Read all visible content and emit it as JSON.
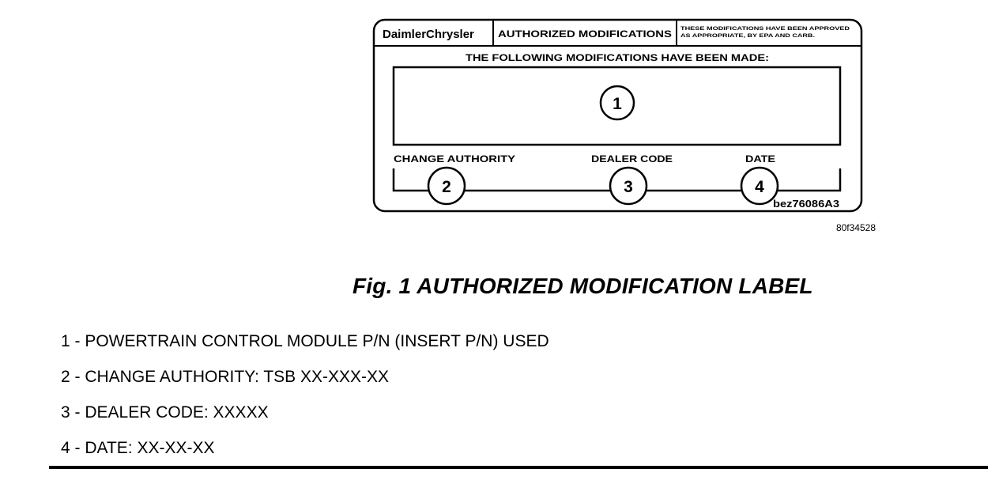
{
  "label": {
    "brand": "DaimlerChrysler",
    "heading": "AUTHORIZED MODIFICATIONS",
    "approval_note_line1": "THESE MODIFICATIONS HAVE BEEN APPROVED",
    "approval_note_line2": "AS APPROPRIATE, BY EPA AND CARB.",
    "subheading": "THE FOLLOWING MODIFICATIONS HAVE BEEN MADE:",
    "field_change_authority": "CHANGE AUTHORITY",
    "field_dealer_code": "DEALER CODE",
    "field_date": "DATE",
    "label_code": "bez76086A3"
  },
  "callouts": [
    "1",
    "2",
    "3",
    "4"
  ],
  "figure_code": "80f34528",
  "caption": "Fig. 1 AUTHORIZED MODIFICATION LABEL",
  "legend": [
    "1 - POWERTRAIN CONTROL MODULE P/N (INSERT P/N) USED",
    "2 - CHANGE AUTHORITY: TSB XX-XXX-XX",
    "3 - DEALER CODE: XXXXX",
    "4 - DATE: XX-XX-XX"
  ]
}
